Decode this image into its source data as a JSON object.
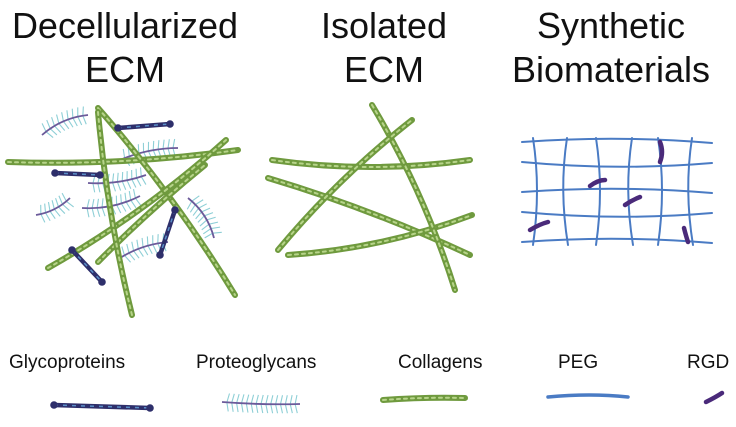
{
  "panels": [
    {
      "title_line1": "Decellularized",
      "title_line2": "ECM"
    },
    {
      "title_line1": "Isolated",
      "title_line2": "ECM"
    },
    {
      "title_line1": "Synthetic",
      "title_line2": "Biomaterials"
    }
  ],
  "legend": [
    {
      "label": "Glycoproteins"
    },
    {
      "label": "Proteoglycans"
    },
    {
      "label": "Collagens"
    },
    {
      "label": "PEG"
    },
    {
      "label": "RGD"
    }
  ],
  "colors": {
    "collagen": "#6f9a3e",
    "collagen_light": "#b7d48a",
    "glycoprotein": "#2e2f6b",
    "glycoprotein_accent": "#5a8fc8",
    "proteoglycan_core": "#6b5a9a",
    "proteoglycan_bristle": "#8ecfd6",
    "peg": "#4a7bc4",
    "rgd": "#4a2a7a"
  }
}
